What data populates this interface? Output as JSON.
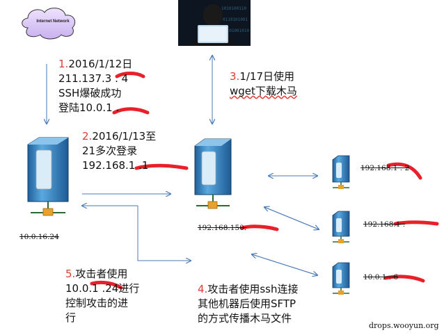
{
  "cloud": {
    "label": "Internet Network"
  },
  "steps": [
    {
      "num": "1.",
      "lines": [
        "2016/1/12日",
        "211.137.3 .  4",
        "SSH爆破成功",
        "登陆10.0.1 .  "
      ]
    },
    {
      "num": "2.",
      "lines": [
        "2016/1/13至",
        "21多次登录",
        "192.168.1  .1  "
      ]
    },
    {
      "num": "3.",
      "lines": [
        "1/17日使用",
        "wget下载木马"
      ]
    },
    {
      "num": "4.",
      "lines": [
        "攻击者使用ssh连接",
        "其他机器后使用SFTP",
        "的方式传播木马文件"
      ]
    },
    {
      "num": "5.",
      "lines": [
        "攻击者使用",
        "10.0.1 .24进行",
        "控制攻击的进",
        "行"
      ]
    }
  ],
  "nodes": {
    "left_server": "10.0.16.24",
    "center_server": "192.168.150.  ",
    "right_1": "192.168.1  .  2",
    "right_2": "192.168.1  .  ",
    "right_3": "10.0.1  .  6"
  },
  "watermark": "drops.wooyun.org",
  "colors": {
    "arrow": "#4a7ab8",
    "server_body": "#3a88c4",
    "redact": "#e8202a",
    "step_num": "#e03c31"
  }
}
